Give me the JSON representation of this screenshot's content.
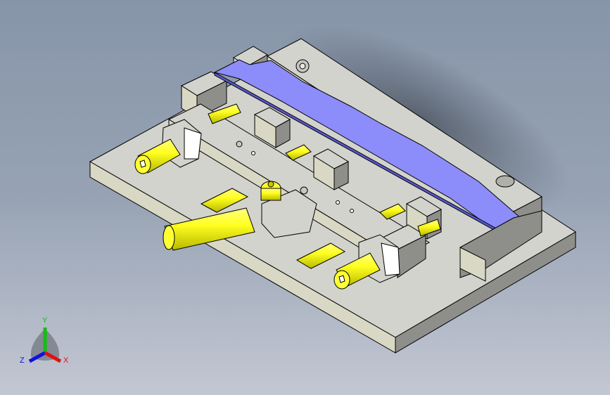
{
  "viewport": {
    "background_top": "#8795a9",
    "background_bottom": "#c3c7d3"
  },
  "model": {
    "colors": {
      "body_top": "#d3d3cd",
      "body_side_light": "#d8d8c4",
      "body_side_dark": "#8e8e8a",
      "steel_highlight": "#ffffff",
      "accent_yellow": "#ffff33",
      "accent_yellow_dark": "#c8c800",
      "part_blue": "#8c8cfa",
      "edge": "#000000"
    }
  },
  "triad": {
    "x_label": "X",
    "y_label": "Y",
    "z_label": "Z",
    "x_color": "#e01010",
    "y_color": "#10c010",
    "z_color": "#1010e0"
  }
}
